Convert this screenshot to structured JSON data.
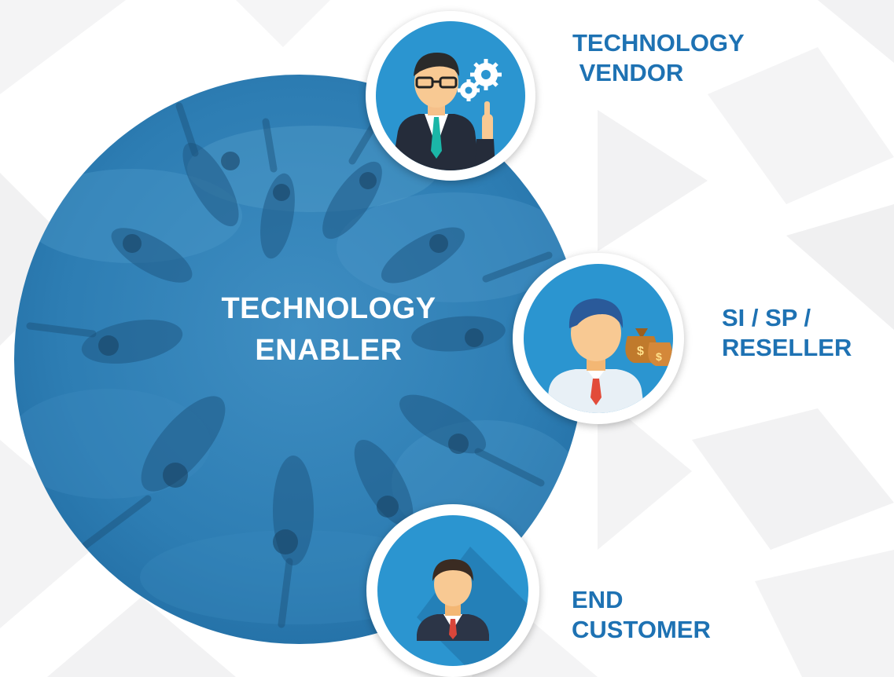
{
  "center": {
    "line1": "TECHNOLOGY",
    "line2": "ENABLER"
  },
  "nodes": [
    {
      "id": "technology-vendor",
      "icon": "businessman-with-gears-icon",
      "line1": "TECHNOLOGY",
      "line2": " VENDOR"
    },
    {
      "id": "si-sp-reseller",
      "icon": "man-with-money-bags-icon",
      "line1": "SI / SP /",
      "line2": "RESELLER"
    },
    {
      "id": "end-customer",
      "icon": "businessman-avatar-icon",
      "line1": "END",
      "line2": "CUSTOMER"
    }
  ],
  "colors": {
    "accent_blue": "#1e72b3",
    "circle_blue": "#2f7fb3",
    "node_fill": "#2b95d0",
    "ring_white": "#ffffff"
  }
}
